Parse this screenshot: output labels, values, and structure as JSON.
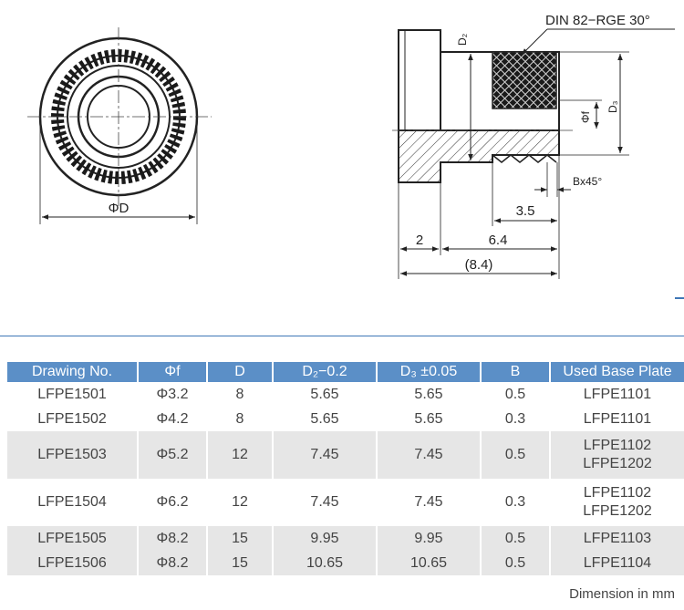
{
  "drawing": {
    "od_label": "ΦD",
    "din_label": "DIN 82−RGE 30°",
    "d2_label": "D₂",
    "d3_label": "D₃",
    "f_label": "Φf",
    "chamfer_label": "Bx45°",
    "dim_35": "3.5",
    "dim_2": "2",
    "dim_64": "6.4",
    "dim_84": "(8.4)"
  },
  "table": {
    "headers": [
      "Drawing No.",
      "Φf",
      "D",
      "D₂−0.2",
      "D₃ ±0.05",
      "B",
      "Used Base Plate"
    ],
    "rows": [
      {
        "no": "LFPE1501",
        "f": "Φ3.2",
        "d": "8",
        "d2": "5.65",
        "d3": "5.65",
        "b": "0.5",
        "plate": [
          "LFPE1101"
        ]
      },
      {
        "no": "LFPE1502",
        "f": "Φ4.2",
        "d": "8",
        "d2": "5.65",
        "d3": "5.65",
        "b": "0.3",
        "plate": [
          "LFPE1101"
        ]
      },
      {
        "no": "LFPE1503",
        "f": "Φ5.2",
        "d": "12",
        "d2": "7.45",
        "d3": "7.45",
        "b": "0.5",
        "plate": [
          "LFPE1102",
          "LFPE1202"
        ]
      },
      {
        "no": "LFPE1504",
        "f": "Φ6.2",
        "d": "12",
        "d2": "7.45",
        "d3": "7.45",
        "b": "0.3",
        "plate": [
          "LFPE1102",
          "LFPE1202"
        ]
      },
      {
        "no": "LFPE1505",
        "f": "Φ8.2",
        "d": "15",
        "d2": "9.95",
        "d3": "9.95",
        "b": "0.5",
        "plate": [
          "LFPE1103"
        ]
      },
      {
        "no": "LFPE1506",
        "f": "Φ8.2",
        "d": "15",
        "d2": "10.65",
        "d3": "10.65",
        "b": "0.5",
        "plate": [
          "LFPE1104"
        ]
      }
    ]
  },
  "footer": {
    "units": "Dimension in mm"
  }
}
